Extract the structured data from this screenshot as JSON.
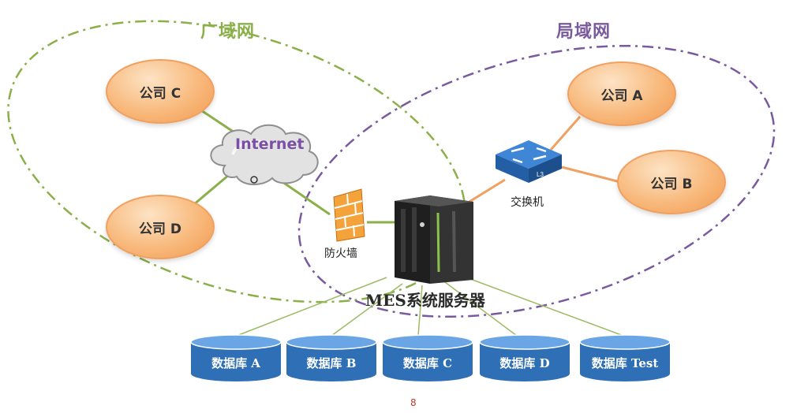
{
  "zones": {
    "wan": {
      "label": "广域网",
      "color": "#8bb04a"
    },
    "lan": {
      "label": "局域网",
      "color": "#7a5a9e"
    }
  },
  "nodes": {
    "company_c": "公司 C",
    "company_d": "公司 D",
    "company_a": "公司 A",
    "company_b": "公司 B",
    "internet": "Internet",
    "firewall": "防火墙",
    "switch": "交换机",
    "switch_badge": "L3",
    "server": "MES系统服务器"
  },
  "databases": [
    "数据库 A",
    "数据库 B",
    "数据库 C",
    "数据库 D",
    "数据库 Test"
  ],
  "page_number": "8",
  "colors": {
    "company_fill": "#f8b97c",
    "database_fill": "#2e6fb5",
    "wan_link": "#8bb04a",
    "lan_link": "#f0a060"
  }
}
